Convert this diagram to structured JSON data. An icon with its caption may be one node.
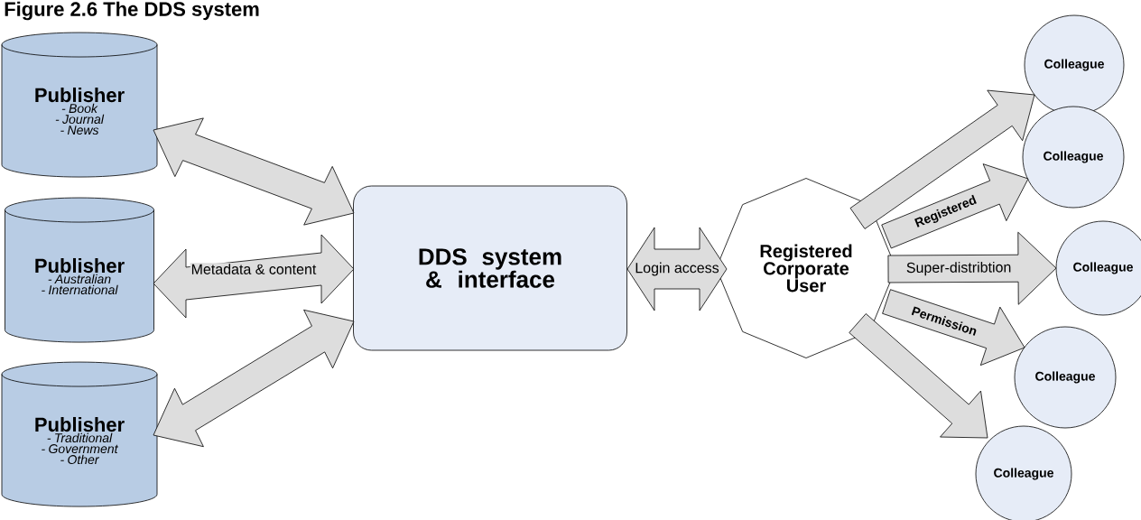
{
  "diagram": {
    "title": "Figure 2.6 The DDS system",
    "nodes": [
      {
        "text": [
          "Publisher",
          "- Book",
          "- Journal",
          "- News"
        ]
      },
      {
        "text": [
          "Publisher",
          "- Australian",
          "- International"
        ]
      },
      {
        "text": [
          "Publisher",
          "- Traditional",
          "- Government",
          "- Other"
        ]
      },
      {
        "text": [
          "DDS system & interface"
        ]
      },
      {
        "text": [
          "Registered Corporate User"
        ]
      },
      {
        "text": [
          "Colleague"
        ]
      },
      {
        "text": [
          "Colleague"
        ]
      },
      {
        "text": [
          "Colleague"
        ]
      },
      {
        "text": [
          "Colleague"
        ]
      },
      {
        "text": [
          "Colleague"
        ]
      }
    ],
    "edges": [
      {
        "from": 0,
        "to": 3,
        "arrow": "both"
      },
      {
        "from": 1,
        "to": 3,
        "arrow": "both",
        "label": "Metadata & content"
      },
      {
        "from": 2,
        "to": 3,
        "arrow": "both"
      },
      {
        "from": 3,
        "to": 4,
        "arrow": "both",
        "label": "Login access"
      },
      {
        "from": 4,
        "to": 5,
        "arrow": "to"
      },
      {
        "from": 4,
        "to": 6,
        "arrow": "to",
        "label": "Registered"
      },
      {
        "from": 4,
        "to": 7,
        "arrow": "to",
        "label": "Super-distribtion"
      },
      {
        "from": 4,
        "to": 8,
        "arrow": "to",
        "label": "Permission"
      },
      {
        "from": 4,
        "to": 9,
        "arrow": "to"
      }
    ]
  }
}
